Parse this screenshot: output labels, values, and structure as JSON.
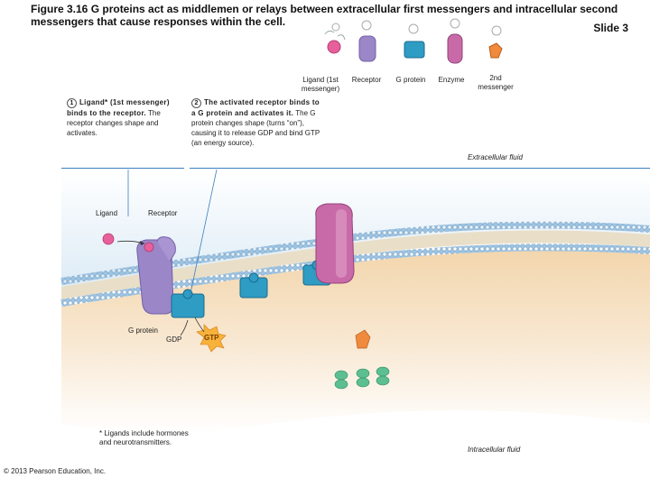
{
  "header": {
    "title": "Figure 3.16 G proteins act as middlemen or relays between extracellular first messengers and intracellular second messengers that cause responses within the cell.",
    "slide": "Slide 3"
  },
  "legend": {
    "ligand": "Ligand (1st messenger)",
    "receptor": "Receptor",
    "g_protein": "G protein",
    "enzyme": "Enzyme",
    "second_messenger": "2nd messenger"
  },
  "steps": [
    {
      "number": "1",
      "bold": "Ligand* (1st messenger) binds to the receptor.",
      "text": "The receptor changes shape and activates."
    },
    {
      "number": "2",
      "bold": "The activated receptor binds to a G protein and activates it.",
      "text": "The G protein changes shape (turns “on”), causing it to release GDP and bind GTP (an energy source)."
    }
  ],
  "labels": {
    "extracellular": "Extracellular fluid",
    "intracellular": "Intracellular fluid",
    "ligand": "Ligand",
    "receptor": "Receptor",
    "g_protein": "G protein",
    "gdp": "GDP",
    "gtp": "GTP"
  },
  "footnote": "* Ligands include hormones and neurotransmitters.",
  "copyright": "© 2013 Pearson Education, Inc.",
  "colors": {
    "receptor": "#9b86c7",
    "g_protein": "#2f9cc4",
    "enzyme": "#c96aa8",
    "ligand": "#e8609b",
    "second_messenger": "#f08a3c",
    "membrane_head": "#8fb8dc",
    "extracellular_bg": "#eaf3fa",
    "intracellular_bg": "#f6e2c4"
  }
}
